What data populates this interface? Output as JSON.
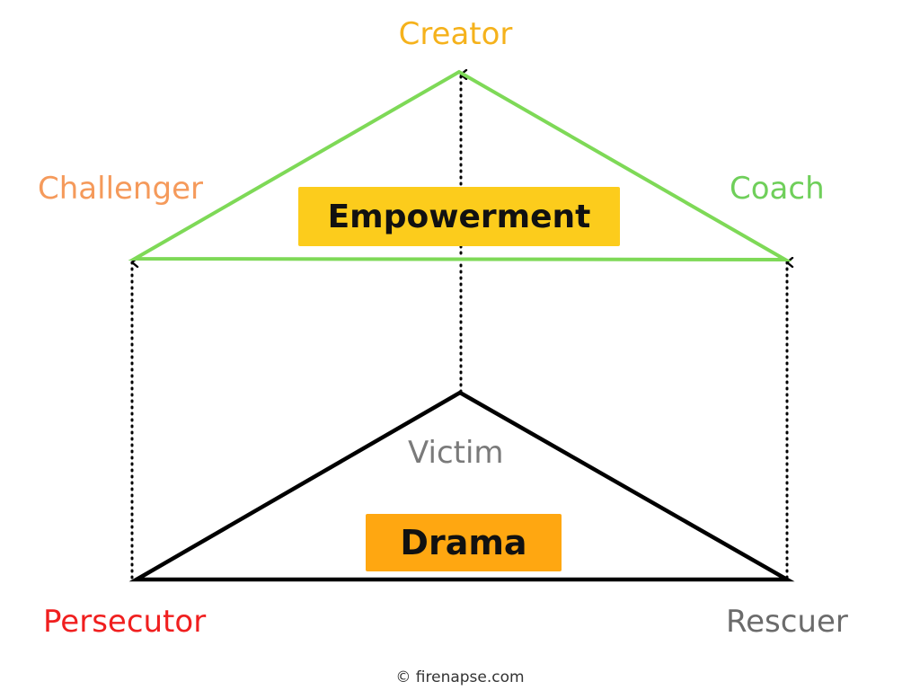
{
  "diagram": {
    "empowerment": {
      "label": "Empowerment",
      "roles": {
        "top": "Creator",
        "left": "Challenger",
        "right": "Coach"
      }
    },
    "drama": {
      "label": "Drama",
      "roles": {
        "top": "Victim",
        "left": "Persecutor",
        "right": "Rescuer"
      }
    }
  },
  "footer": "© firenapse.com",
  "colors": {
    "creator": "#f5b21c",
    "challenger": "#f59a5b",
    "coach": "#6fcf5a",
    "victim": "#7a7a7a",
    "persecutor": "#f01f1f",
    "rescuer": "#6b6b6b",
    "empowerment_triangle": "#7ed957",
    "drama_triangle": "#000000",
    "empowerment_box": "#fccc1c",
    "drama_box": "#ffa711"
  }
}
